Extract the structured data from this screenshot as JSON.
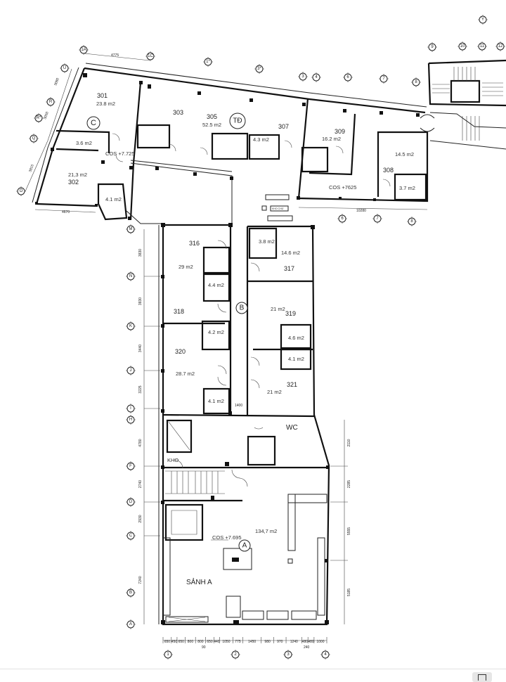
{
  "plan": {
    "zones": {
      "c": "C",
      "td": "TĐ",
      "b": "B",
      "a": "A"
    },
    "rooms": {
      "r301": "301",
      "r301_area": "23.8 m2",
      "r302": "302",
      "r302_area": "21,3 m2",
      "r303": "303",
      "r305": "305",
      "r305_area": "52.5 m2",
      "r307": "307",
      "r309": "309",
      "r309_area": "16.2 m2",
      "r308": "308",
      "r308_area": "14.5 m2",
      "r316": "316",
      "r316_area": "29 m2",
      "r318": "318",
      "r320": "320",
      "r320_area": "28.7 m2",
      "r317": "317",
      "r317_area": "14.6 m2",
      "r319": "319",
      "r319_area": "21 m2",
      "r321": "321",
      "r321_area": "21 m2",
      "wc": "WC",
      "kho": "KHO",
      "kho2": "KHO CHỨ",
      "lobby": "SẢNH A",
      "lobby_area": "134,7 m2"
    },
    "wc_areas": {
      "w1": "3.6 m2",
      "w2": "4.1 m2",
      "w3": "3.8 m2",
      "w4": "4.4 m2",
      "w5": "4.2 m2",
      "w6": "3.7 m2",
      "w7": "4.1 m2",
      "w8": "4.6 m2",
      "w9": "4.1 m2",
      "w10": "4.3 m2"
    },
    "levels": {
      "l1": "COS +7.725",
      "l2": "COS +7625",
      "l3": "COS +7.695"
    },
    "grid_top": [
      "1A",
      "1C",
      "1*",
      "3*",
      "3",
      "4",
      "6",
      "7",
      "8",
      "9",
      "10",
      "11",
      "12",
      "Y"
    ],
    "grid_wing_left": [
      "U",
      "R",
      "R*",
      "Q",
      "O"
    ],
    "grid_wing_bottom": [
      "6",
      "7",
      "8"
    ],
    "grid_left": [
      "M",
      "N",
      "K",
      "J",
      "I",
      "H",
      "F",
      "D",
      "C",
      "B",
      "A"
    ],
    "grid_bottom": [
      "1",
      "2",
      "3",
      "4"
    ],
    "dims": {
      "top": "4775",
      "wing_bottom": "4670",
      "right_wing": "10280",
      "corridor": "1400",
      "bottom_row": [
        "650",
        "450",
        "650",
        "800",
        "800",
        "650",
        "440",
        "1050",
        "775",
        "1450",
        "980",
        "970",
        "1240",
        "480",
        "480",
        "1000"
      ],
      "bottom_sub1": "90",
      "bottom_sub2": "240",
      "left": [
        "3830",
        "3830",
        "3440",
        "3225",
        "4780",
        "2740",
        "2930",
        "7240"
      ],
      "right": [
        "2110",
        "2285",
        "5555",
        "5185"
      ],
      "wing_left": [
        "3080",
        "3050",
        "3815"
      ]
    }
  },
  "toolbar": {
    "panel_icon": "panel-icon"
  }
}
